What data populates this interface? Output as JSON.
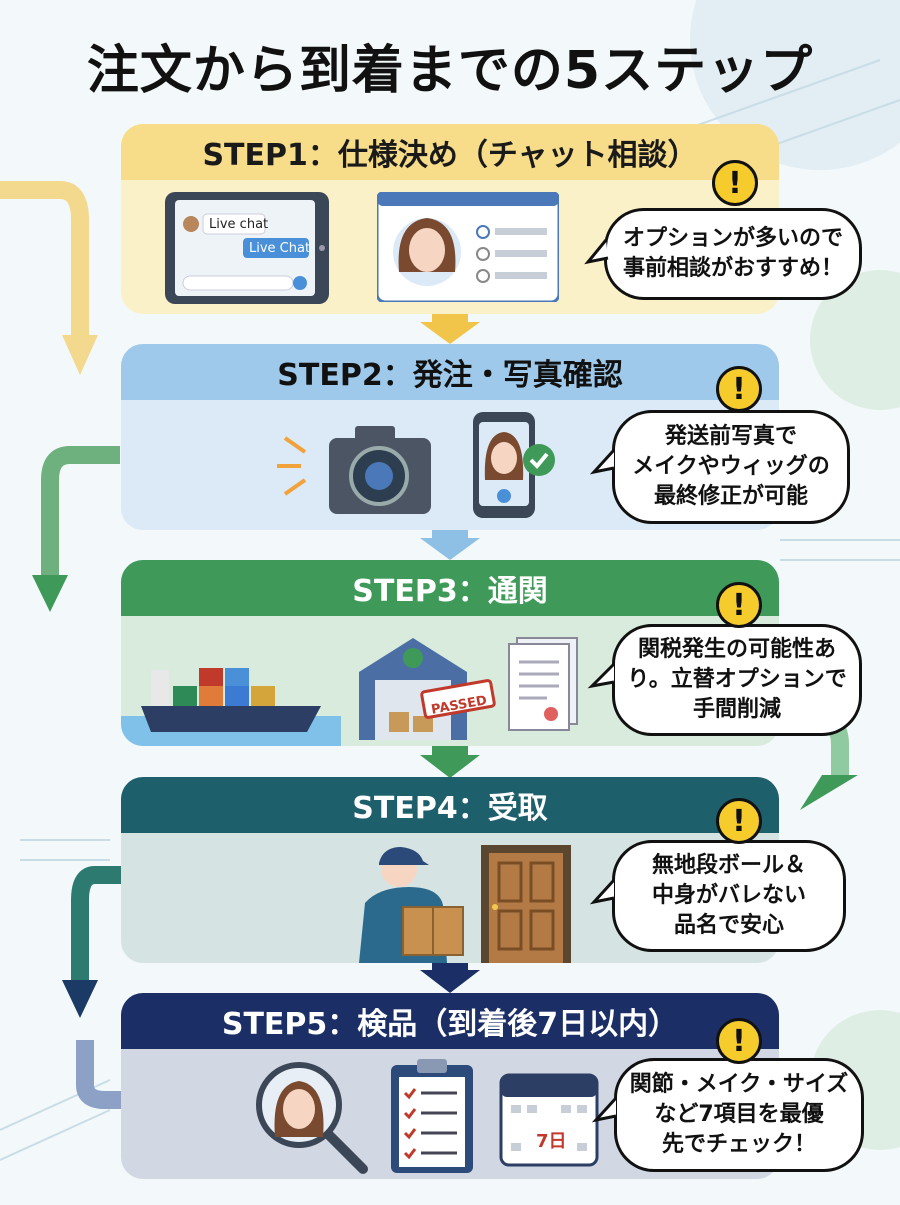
{
  "title": "注文から到着までの5ステップ",
  "steps": [
    {
      "header": "STEP1：仕様決め（チャット相談）",
      "note": "オプションが多いので\n事前相談がおすすめ！",
      "chat": {
        "msg1": "Live chat",
        "msg2": "Live Chat"
      }
    },
    {
      "header": "STEP2：発注・写真確認",
      "note": "発送前写真で\nメイクやウィッグの\n最終修正が可能"
    },
    {
      "header": "STEP3：通関",
      "note": "関税発生の可能性あ\nり。立替オプションで\n手間削減",
      "stamp": "PASSED"
    },
    {
      "header": "STEP4：受取",
      "note": "無地段ボール＆\n中身がバレない\n品名で安心"
    },
    {
      "header": "STEP5：検品（到着後7日以内）",
      "note": "関節・メイク・サイズ\nなど7項目を最優\n先でチェック！",
      "calendar": "7日"
    }
  ],
  "warn_symbol": "!",
  "colors": {
    "step1_head": "#f7dd8a",
    "step1_body": "#fbf1c9",
    "step2_head": "#9ec9ea",
    "step2_body": "#dbeaf6",
    "step3_head": "#3f9a5a",
    "step3_body": "#d8ebdd",
    "step4_head": "#1d5f6a",
    "step4_body": "#d5e3e3",
    "step5_head": "#1b2f66",
    "step5_body": "#d2d7e4"
  }
}
